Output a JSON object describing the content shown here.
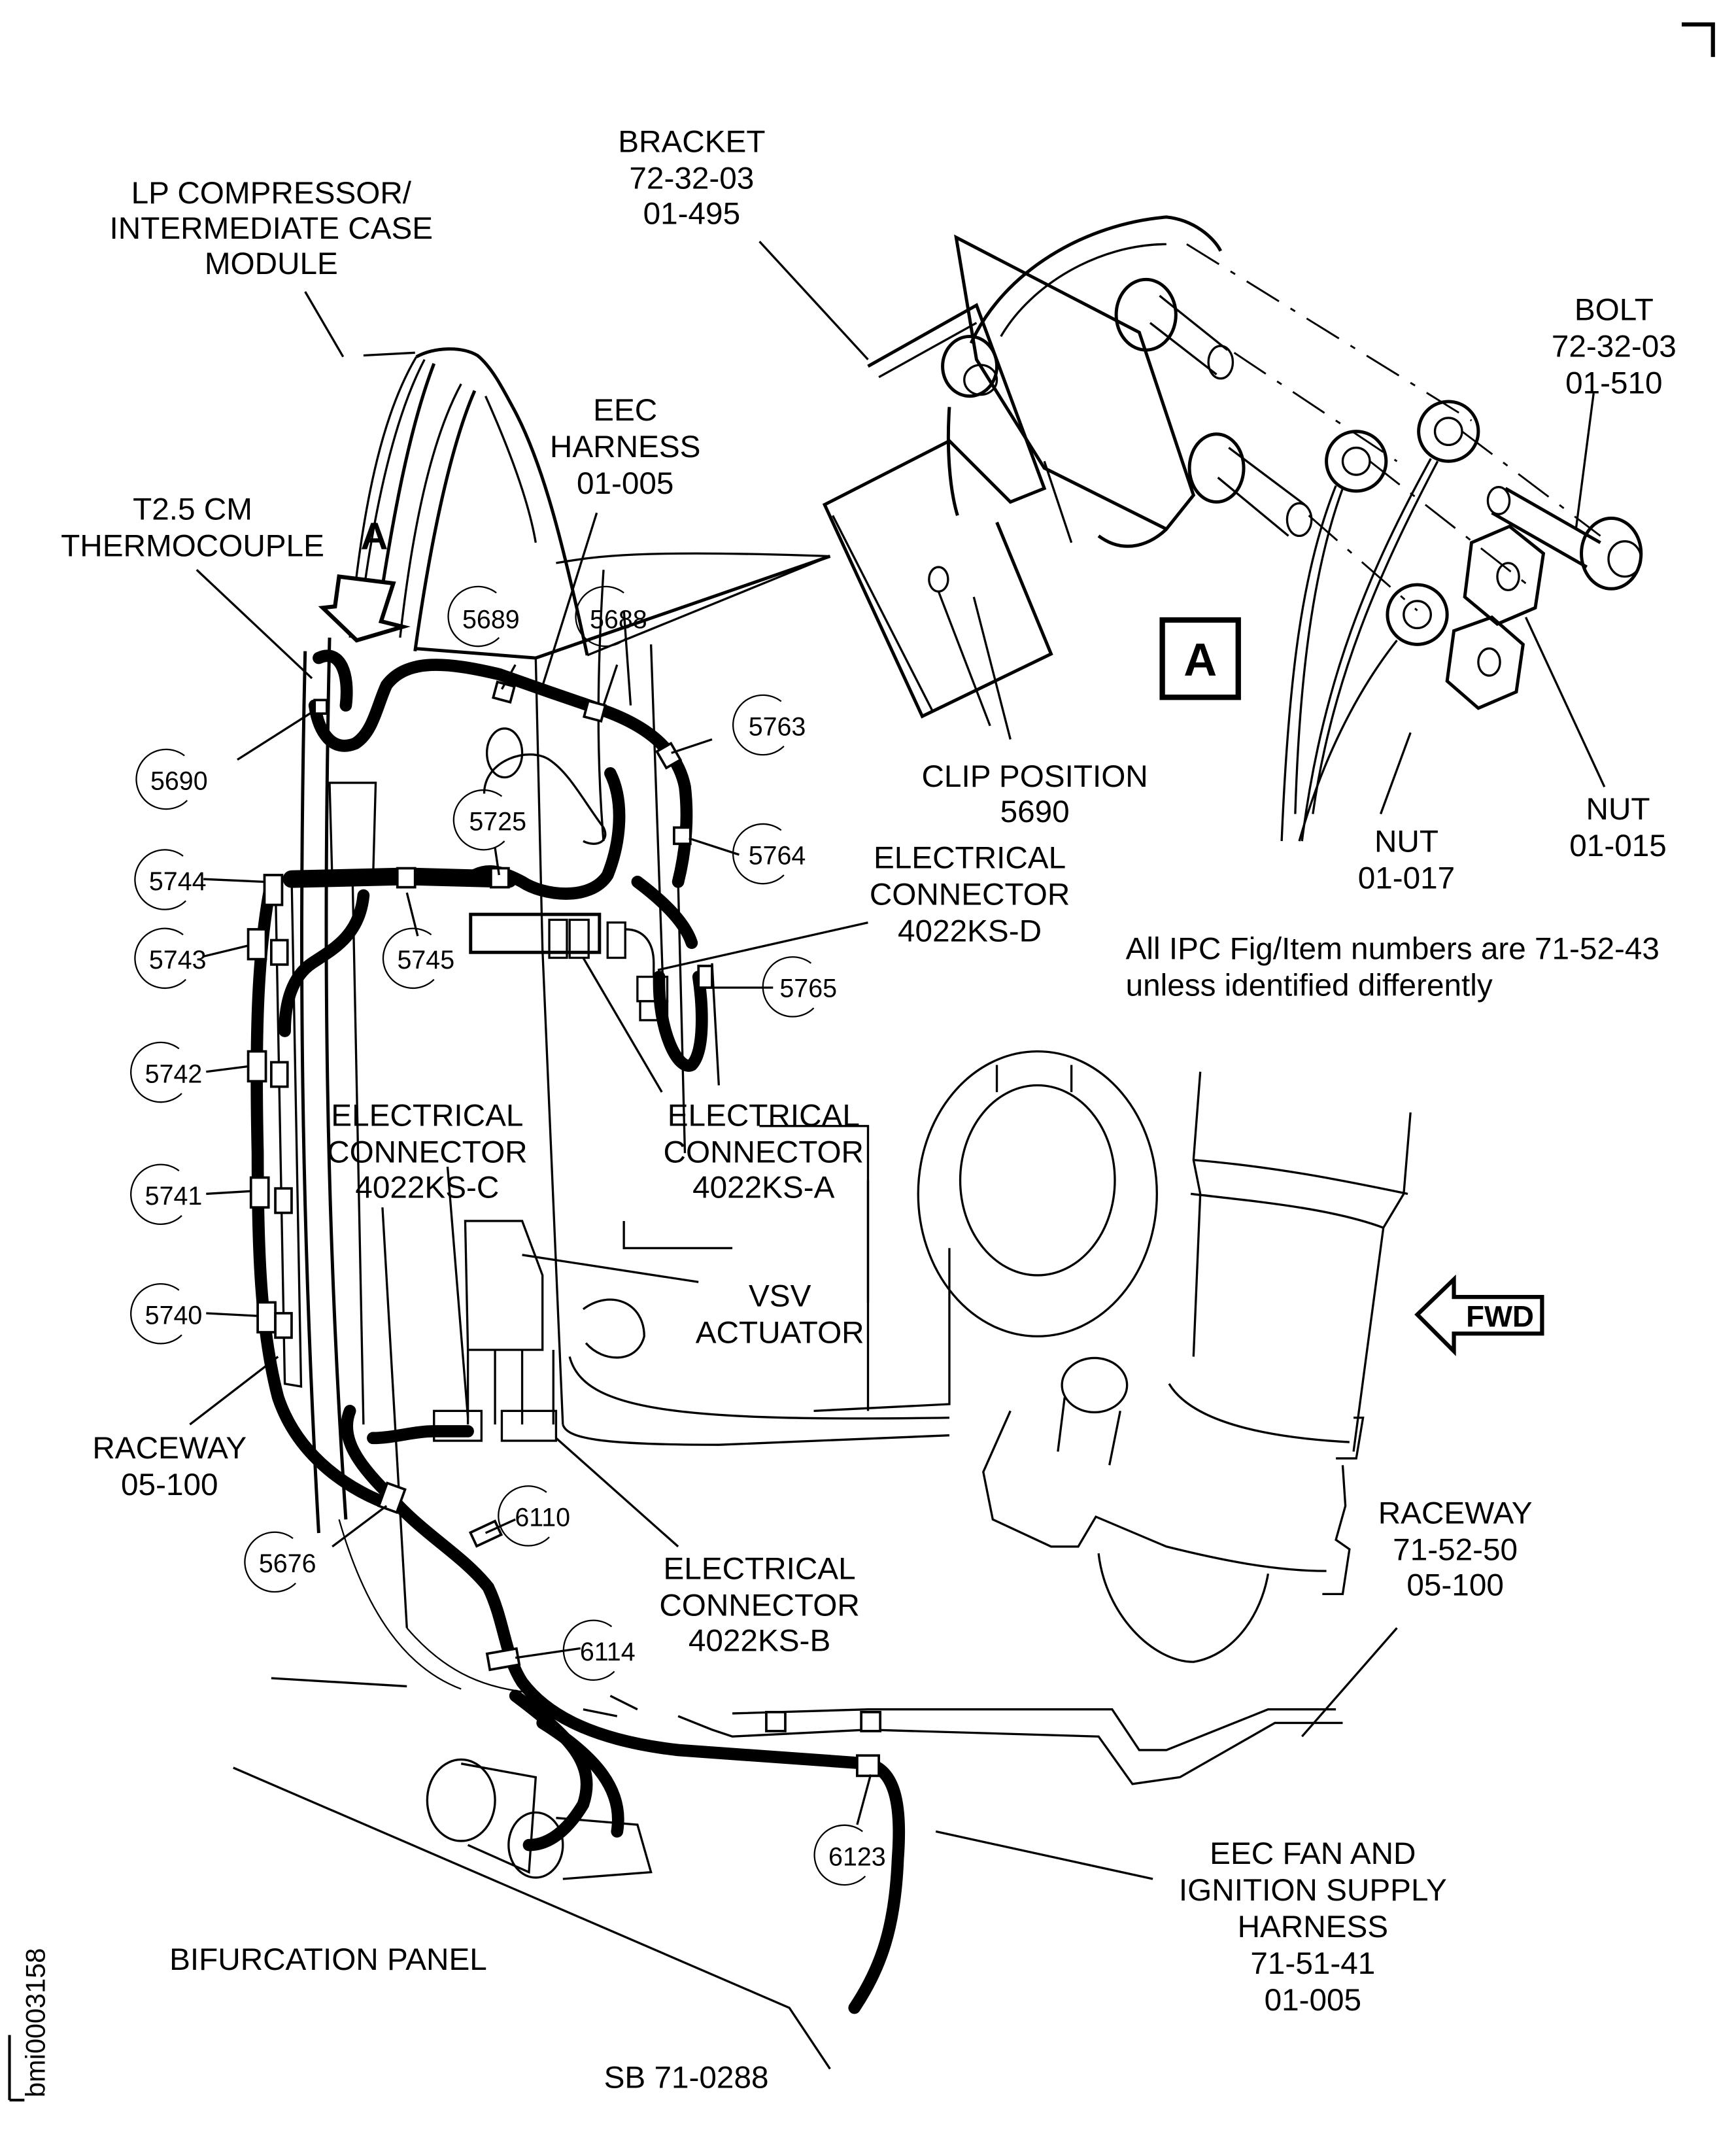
{
  "figure": {
    "reference": "SB 71-0288",
    "image_id_label": "bmi0003158",
    "note_lines": [
      "All IPC Fig/Item numbers are 71-52-43",
      "unless identified differently"
    ],
    "view_marker": "A",
    "view_box_label": "A",
    "direction_arrow": "FWD"
  },
  "labels": {
    "lp_compressor": [
      "LP COMPRESSOR/",
      "INTERMEDIATE CASE",
      "MODULE"
    ],
    "thermocouple": [
      "T2.5 CM",
      "THERMOCOUPLE"
    ],
    "eec_harness": [
      "EEC",
      "HARNESS",
      "01-005"
    ],
    "bracket": [
      "BRACKET",
      "72-32-03",
      "01-495"
    ],
    "bolt": [
      "BOLT",
      "72-32-03",
      "01-510"
    ],
    "clip_position": [
      "CLIP POSITION",
      "5690"
    ],
    "nut_017": [
      "NUT",
      "01-017"
    ],
    "nut_015": [
      "NUT",
      "01-015"
    ],
    "connector_d": [
      "ELECTRICAL",
      "CONNECTOR",
      "4022KS-D"
    ],
    "connector_c": [
      "ELECTRICAL",
      "CONNECTOR",
      "4022KS-C"
    ],
    "connector_a": [
      "ELECTRICAL",
      "CONNECTOR",
      "4022KS-A"
    ],
    "connector_b": [
      "ELECTRICAL",
      "CONNECTOR",
      "4022KS-B"
    ],
    "vsv_actuator": [
      "VSV",
      "ACTUATOR"
    ],
    "raceway_left": [
      "RACEWAY",
      "05-100"
    ],
    "raceway_right": [
      "RACEWAY",
      "71-52-50",
      "05-100"
    ],
    "eec_fan_harness": [
      "EEC FAN AND",
      "IGNITION SUPPLY",
      "HARNESS",
      "71-51-41",
      "01-005"
    ],
    "bifurcation_panel": "BIFURCATION PANEL"
  },
  "callouts": {
    "c5689": "5689",
    "c5688": "5688",
    "c5690": "5690",
    "c5763": "5763",
    "c5725": "5725",
    "c5764": "5764",
    "c5744": "5744",
    "c5743": "5743",
    "c5745": "5745",
    "c5765": "5765",
    "c5742": "5742",
    "c5741": "5741",
    "c5740": "5740",
    "c5676": "5676",
    "c6110": "6110",
    "c6114": "6114",
    "c6123": "6123"
  }
}
